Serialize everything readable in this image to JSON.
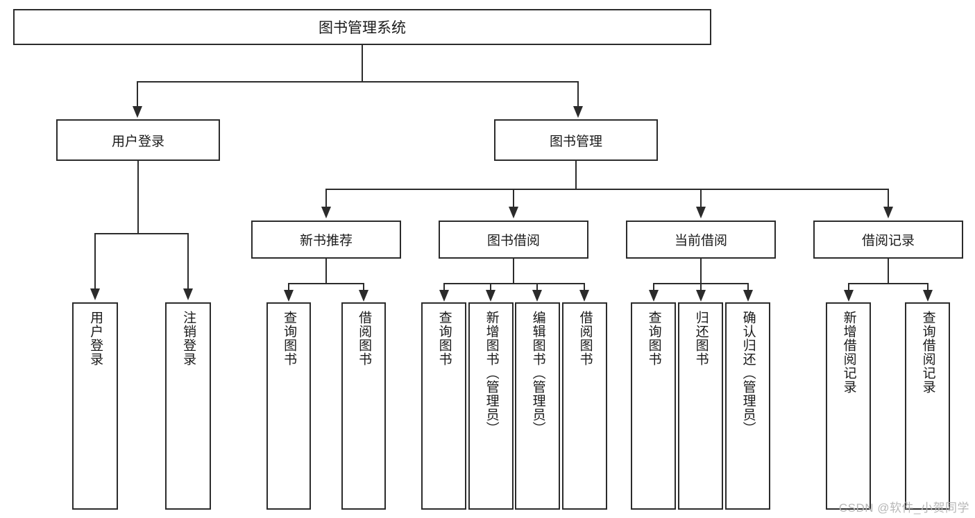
{
  "diagram": {
    "title": "图书管理系统",
    "root": {
      "label": "图书管理系统"
    },
    "level2": [
      {
        "label": "用户登录"
      },
      {
        "label": "图书管理"
      }
    ],
    "level3": [
      {
        "label": "新书推荐"
      },
      {
        "label": "图书借阅"
      },
      {
        "label": "当前借阅"
      },
      {
        "label": "借阅记录"
      }
    ],
    "leaves": {
      "user_login": [
        {
          "label": "用户登录"
        },
        {
          "label": "注销登录"
        }
      ],
      "new_book_recommend": [
        {
          "label": "查询图书"
        },
        {
          "label": "借阅图书"
        }
      ],
      "book_borrow": [
        {
          "label": "查询图书"
        },
        {
          "label": "新增图书（管理员）"
        },
        {
          "label": "编辑图书（管理员）"
        },
        {
          "label": "借阅图书"
        }
      ],
      "current_borrow": [
        {
          "label": "查询图书"
        },
        {
          "label": "归还图书"
        },
        {
          "label": "确认归还（管理员）"
        }
      ],
      "borrow_record": [
        {
          "label": "新增借阅记录"
        },
        {
          "label": "查询借阅记录"
        }
      ]
    }
  },
  "watermark": {
    "text": "CSDN @软件_小贺同学"
  },
  "colors": {
    "stroke": "#2b2b2b",
    "background": "#ffffff",
    "text": "#1a1a1a",
    "watermark": "#b7b7b7"
  }
}
